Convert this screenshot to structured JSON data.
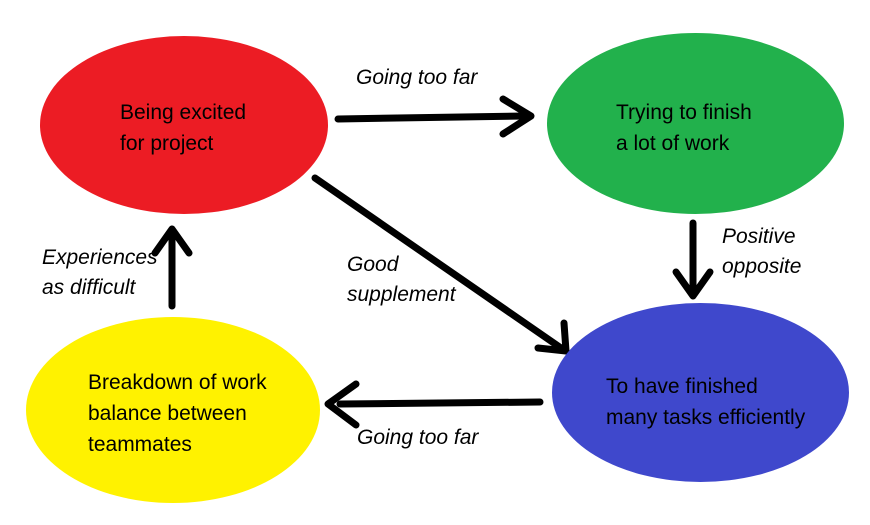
{
  "canvas": {
    "background": "#FFFFFF",
    "arrow_color": "#000000"
  },
  "nodes": [
    {
      "id": "being-excited",
      "lines": [
        "Being excited",
        "for project"
      ],
      "color": "#EC1C24",
      "text_color": "#000000"
    },
    {
      "id": "trying-to-finish",
      "lines": [
        "Trying to finish",
        "a lot of work"
      ],
      "color": "#22B14C",
      "text_color": "#000000"
    },
    {
      "id": "finished-many-tasks",
      "lines": [
        "To have finished",
        "many tasks efficiently"
      ],
      "color": "#3F48CC",
      "text_color": "#000000"
    },
    {
      "id": "breakdown-work-balance",
      "lines": [
        "Breakdown of work",
        "balance between",
        "teammates"
      ],
      "color": "#FFF200",
      "text_color": "#000000"
    }
  ],
  "edges": [
    {
      "id": "excited-to-trying",
      "from": "being-excited",
      "to": "trying-to-finish",
      "label_lines": [
        "Going too far"
      ]
    },
    {
      "id": "trying-to-finished",
      "from": "trying-to-finish",
      "to": "finished-many-tasks",
      "label_lines": [
        "Positive",
        "opposite"
      ]
    },
    {
      "id": "excited-to-finished",
      "from": "being-excited",
      "to": "finished-many-tasks",
      "label_lines": [
        "Good",
        "supplement"
      ]
    },
    {
      "id": "finished-to-breakdown",
      "from": "finished-many-tasks",
      "to": "breakdown-work-balance",
      "label_lines": [
        "Going too far"
      ]
    },
    {
      "id": "breakdown-to-excited",
      "from": "breakdown-work-balance",
      "to": "being-excited",
      "label_lines": [
        "Experiences",
        "as difficult"
      ]
    }
  ]
}
